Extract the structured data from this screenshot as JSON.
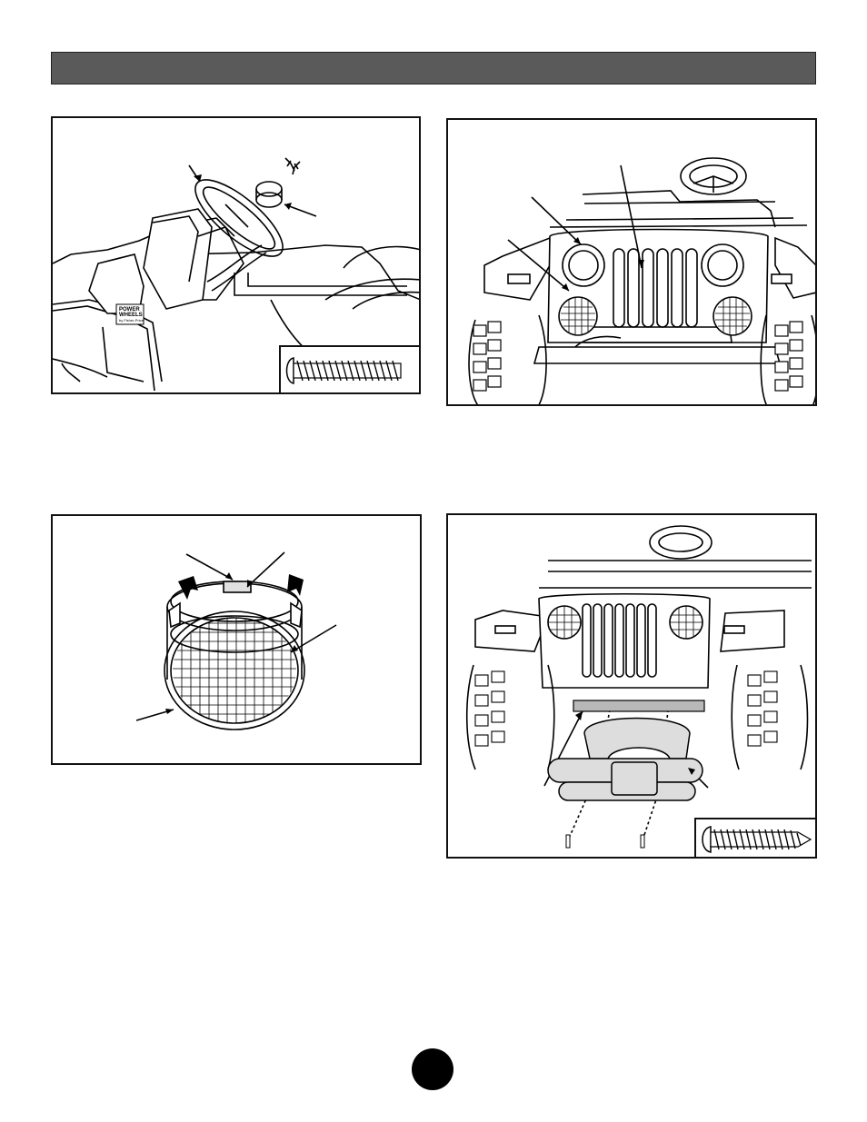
{
  "figure_a": {
    "badge_line1": "POWER",
    "badge_line2": "WHEELS",
    "badge_line3": "by Fisher-Price"
  }
}
